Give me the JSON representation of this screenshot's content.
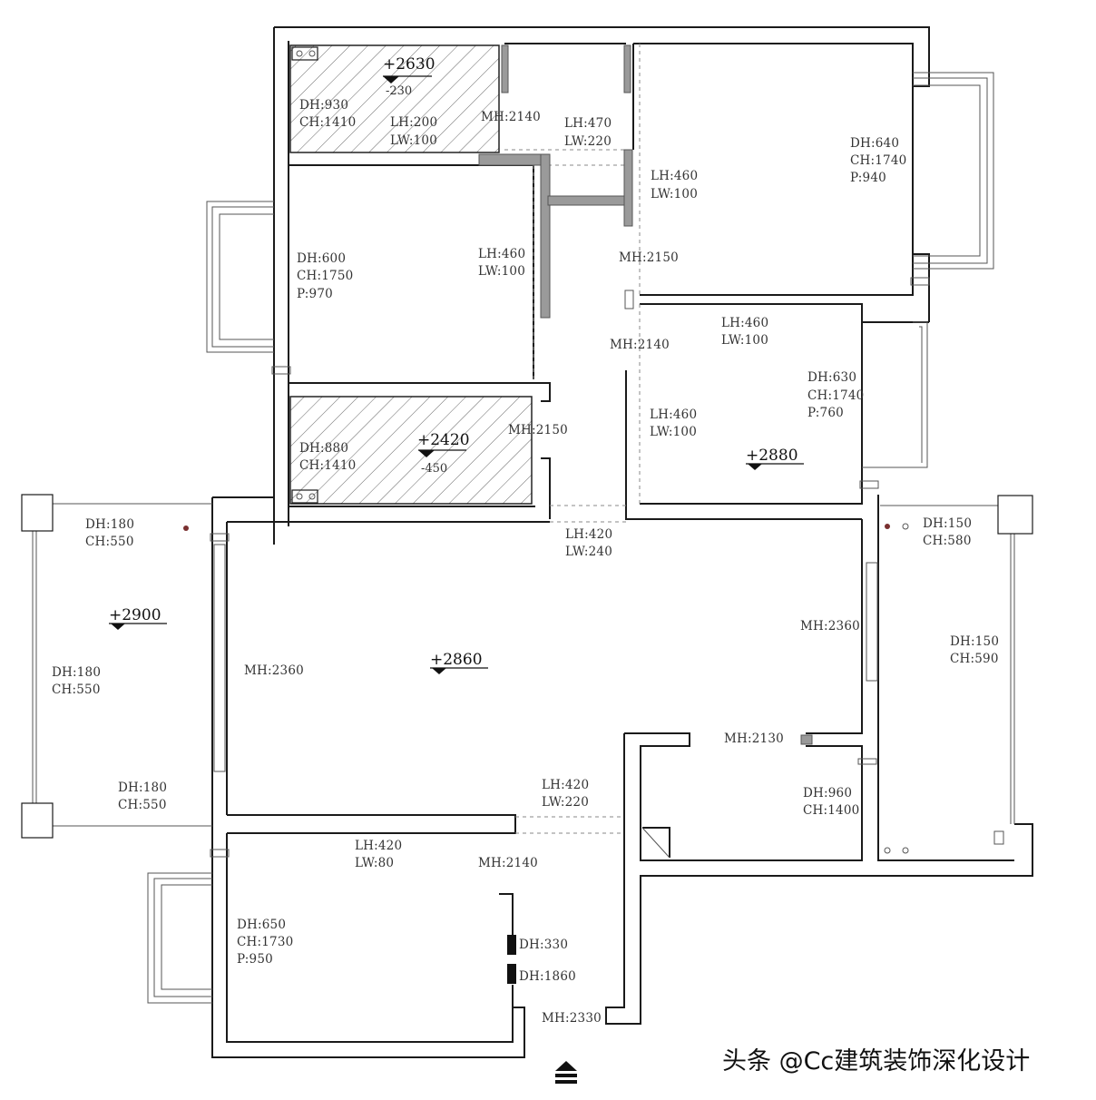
{
  "notes": [
    {
      "id": "wet1-dh",
      "text": "DH:930"
    },
    {
      "id": "wet1-ch",
      "text": "CH:1410"
    },
    {
      "id": "wet1-lh",
      "text": "LH:200"
    },
    {
      "id": "wet1-lw",
      "text": "LW:100"
    },
    {
      "id": "mh-2140-a",
      "text": "MH:2140"
    },
    {
      "id": "lh470",
      "text": "LH:470"
    },
    {
      "id": "lw220-a",
      "text": "LW:220"
    },
    {
      "id": "bed-ne-dh",
      "text": "DH:640"
    },
    {
      "id": "bed-ne-ch",
      "text": "CH:1740"
    },
    {
      "id": "bed-ne-p",
      "text": "P:940"
    },
    {
      "id": "lh460-a",
      "text": "LH:460"
    },
    {
      "id": "lw100-a",
      "text": "LW:100"
    },
    {
      "id": "bed-w-dh",
      "text": "DH:600"
    },
    {
      "id": "bed-w-ch",
      "text": "CH:1750"
    },
    {
      "id": "bed-w-p",
      "text": "P:970"
    },
    {
      "id": "lh460-b",
      "text": "LH:460"
    },
    {
      "id": "lw100-b",
      "text": "LW:100"
    },
    {
      "id": "mh-2150-a",
      "text": "MH:2150"
    },
    {
      "id": "mh-2140-b",
      "text": "MH:2140"
    },
    {
      "id": "lh460-c",
      "text": "LH:460"
    },
    {
      "id": "lw100-c",
      "text": "LW:100"
    },
    {
      "id": "bed-e-dh",
      "text": "DH:630"
    },
    {
      "id": "bed-e-ch",
      "text": "CH:1740"
    },
    {
      "id": "bed-e-p",
      "text": "P:760"
    },
    {
      "id": "lh460-d",
      "text": "LH:460"
    },
    {
      "id": "lw100-d",
      "text": "LW:100"
    },
    {
      "id": "wet2-dh",
      "text": "DH:880"
    },
    {
      "id": "wet2-ch",
      "text": "CH:1410"
    },
    {
      "id": "mh-2150-b",
      "text": "MH:2150"
    },
    {
      "id": "lh420-a",
      "text": "LH:420"
    },
    {
      "id": "lw240",
      "text": "LW:240"
    },
    {
      "id": "bal-w-dh1",
      "text": "DH:180"
    },
    {
      "id": "bal-w-ch1",
      "text": "CH:550"
    },
    {
      "id": "bal-w-dh2",
      "text": "DH:180"
    },
    {
      "id": "bal-w-ch2",
      "text": "CH:550"
    },
    {
      "id": "bal-w-dh3",
      "text": "DH:180"
    },
    {
      "id": "bal-w-ch3",
      "text": "CH:550"
    },
    {
      "id": "bal-e-dh1",
      "text": "DH:150"
    },
    {
      "id": "bal-e-ch1",
      "text": "CH:580"
    },
    {
      "id": "bal-e-dh2",
      "text": "DH:150"
    },
    {
      "id": "bal-e-ch2",
      "text": "CH:590"
    },
    {
      "id": "mh-2360-a",
      "text": "MH:2360"
    },
    {
      "id": "mh-2360-b",
      "text": "MH:2360"
    },
    {
      "id": "mh-2130",
      "text": "MH:2130"
    },
    {
      "id": "kit-dh",
      "text": "DH:960"
    },
    {
      "id": "kit-ch",
      "text": "CH:1400"
    },
    {
      "id": "lh420-b",
      "text": "LH:420"
    },
    {
      "id": "lw220-b",
      "text": "LW:220"
    },
    {
      "id": "lh420-c",
      "text": "LH:420"
    },
    {
      "id": "lw80",
      "text": "LW:80"
    },
    {
      "id": "mh-2140-c",
      "text": "MH:2140"
    },
    {
      "id": "bed-sw-dh",
      "text": "DH:650"
    },
    {
      "id": "bed-sw-ch",
      "text": "CH:1730"
    },
    {
      "id": "bed-sw-p",
      "text": "P:950"
    },
    {
      "id": "dh330",
      "text": "DH:330"
    },
    {
      "id": "dh1860",
      "text": "DH:1860"
    },
    {
      "id": "mh-2330",
      "text": "MH:2330"
    }
  ],
  "levels": [
    {
      "id": "lvl-wet1",
      "text": "+2630",
      "sub": "-230"
    },
    {
      "id": "lvl-wet2",
      "text": "+2420",
      "sub": "-450"
    },
    {
      "id": "lvl-bed-e",
      "text": "+2880"
    },
    {
      "id": "lvl-bal-w",
      "text": "+2900"
    },
    {
      "id": "lvl-living",
      "text": "+2860"
    }
  ],
  "watermark": "头条 @Cc建筑装饰深化设计"
}
